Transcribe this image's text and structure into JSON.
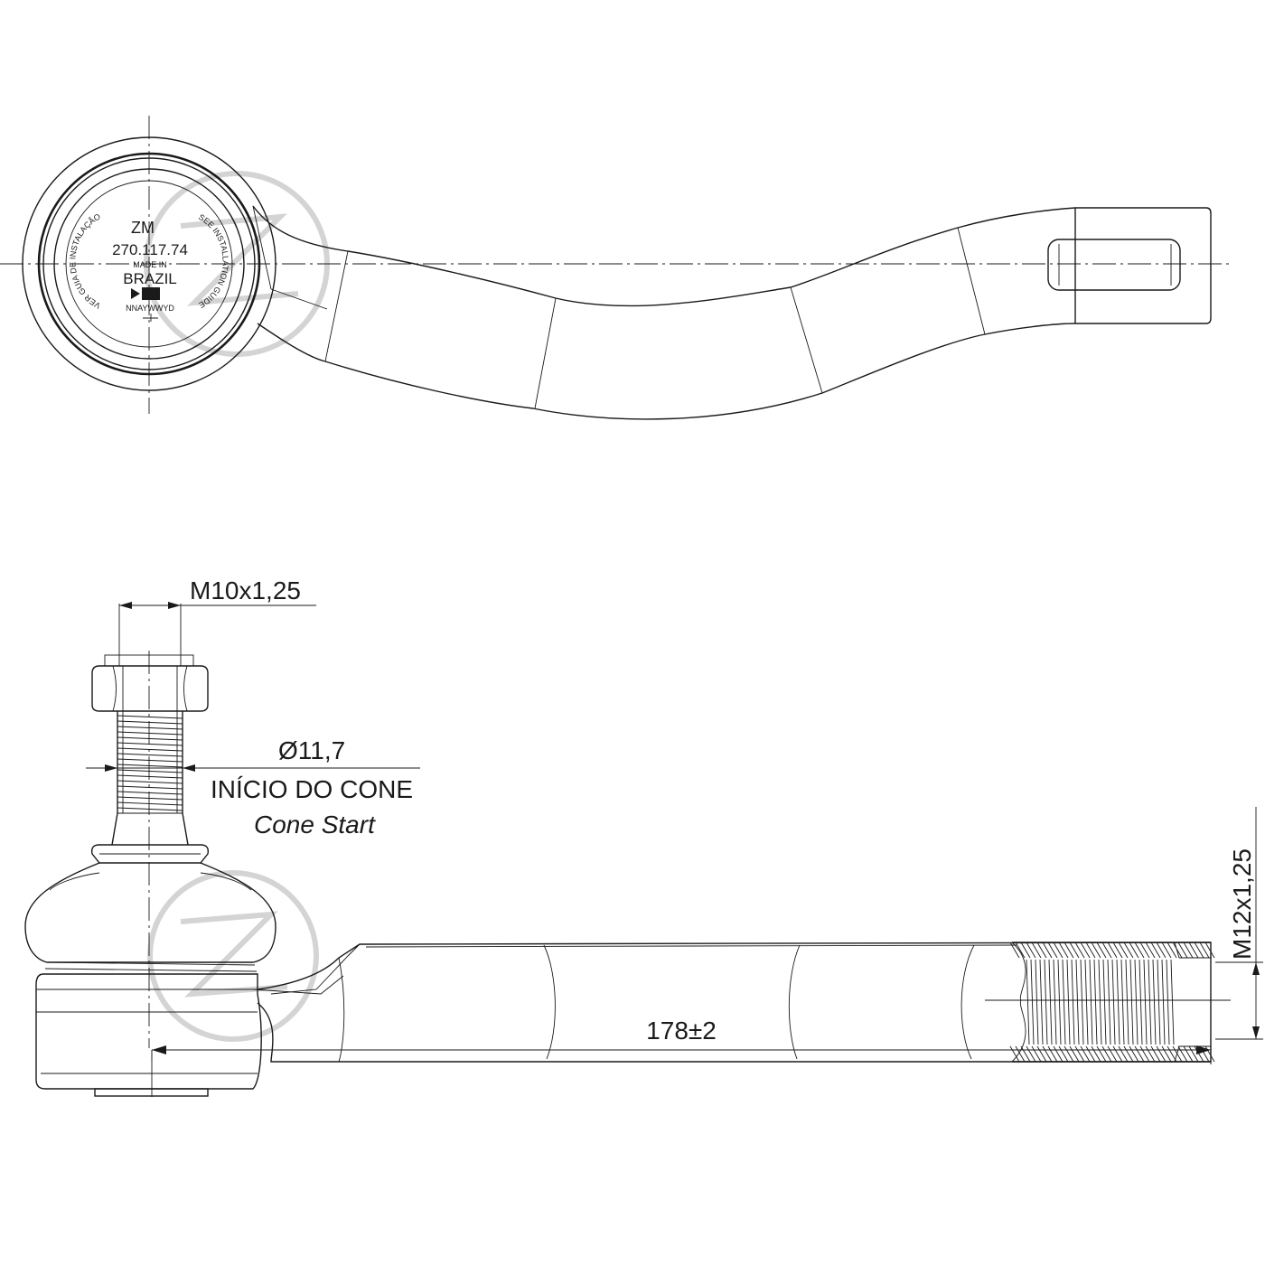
{
  "top_view": {
    "stamp": {
      "brand": "ZM",
      "part_number": "270.117.74",
      "made_in": "MADE IN",
      "country": "BRAZIL",
      "date_code": "NNAYWWYD",
      "ring_text_left": "VER GUIA DE INSTALAÇÃO",
      "ring_text_right": "SEE INSTALLATION GUIDE"
    }
  },
  "side_view": {
    "dimensions": {
      "stud_thread": "M10x1,25",
      "cone_diameter": "Ø11,7",
      "cone_label_pt": "INÍCIO DO CONE",
      "cone_label_en": "Cone Start",
      "end_thread": "M12x1,25",
      "overall_length": "178±2"
    }
  },
  "colors": {
    "line": "#1a1a1a",
    "watermark": "#d4d4d4",
    "background": "#ffffff"
  }
}
